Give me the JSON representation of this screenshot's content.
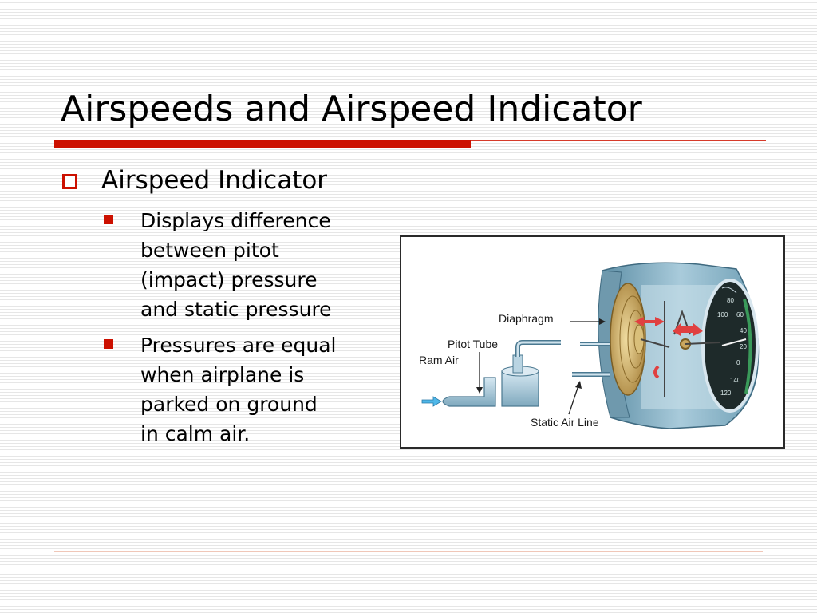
{
  "slide": {
    "title": "Airspeeds and Airspeed Indicator",
    "bullet": "Airspeed Indicator",
    "sub_bullets": [
      "Displays difference\nbetween pitot\n(impact) pressure\nand static pressure",
      "Pressures are equal\nwhen airplane is\nparked on ground\nin calm air."
    ]
  },
  "figure": {
    "labels": {
      "diaphragm": "Diaphragm",
      "pitot_tube": "Pitot Tube",
      "ram_air": "Ram Air",
      "static_air_line": "Static Air Line"
    },
    "dial_marks": [
      "80",
      "60",
      "40",
      "20",
      "0",
      "140",
      "120",
      "100"
    ]
  },
  "colors": {
    "accent": "#cc1000",
    "housing": "#8fb8cc",
    "diaphragm": "#c9a760",
    "dial": "#1e2a2a",
    "arrow": "#e04040"
  }
}
